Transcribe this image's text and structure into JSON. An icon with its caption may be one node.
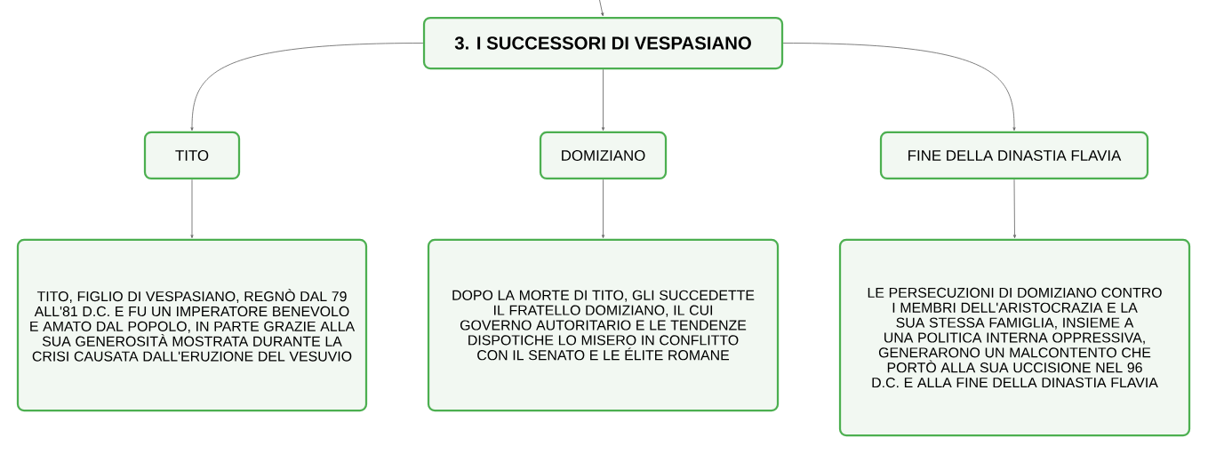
{
  "diagram": {
    "nodes": [
      {
        "text": [
          "3. I SUCCESSORI DI VESPASIANO"
        ]
      },
      {
        "text": [
          "TITO"
        ]
      },
      {
        "text": [
          "DOMIZIANO"
        ]
      },
      {
        "text": [
          "FINE DELLA DINASTIA FLAVIA"
        ]
      },
      {
        "text": [
          "TITO, FIGLIO DI VESPASIANO, REGNÒ DAL 79 ALL'81 D.C. E FU UN IMPERATORE BENEVOLO E AMATO DAL POPOLO, IN PARTE GRAZIE ALLA SUA GENEROSITÀ MOSTRATA DURANTE LA CRISI CAUSATA DALL'ERUZIONE DEL VESUVIO"
        ]
      },
      {
        "text": [
          "DOPO LA MORTE DI TITO, GLI SUCCEDETTE IL FRATELLO DOMIZIANO, IL CUI GOVERNO AUTORITARIO E LE TENDENZE DISPOTICHE LO MISERO IN CONFLITTO CON IL SENATO E LE ÉLITE ROMANE"
        ]
      },
      {
        "text": [
          "LE PERSECUZIONI DI DOMIZIANO CONTRO I MEMBRI DELL'ARISTOCRAZIA E LA SUA STESSA FAMIGLIA, INSIEME A UNA POLITICA INTERNA OPPRESSIVA, GENERARONO UN MALCONTENTO CHE PORTÒ ALLA SUA UCCISIONE NEL 96 D.C. E ALLA FINE DELLA DINASTIA FLAVIA"
        ]
      }
    ],
    "edges": [
      {
        "from": null,
        "to": 0,
        "arrow": "to"
      },
      {
        "from": 0,
        "to": 1,
        "arrow": "to"
      },
      {
        "from": 0,
        "to": 2,
        "arrow": "to"
      },
      {
        "from": 0,
        "to": 3,
        "arrow": "to"
      },
      {
        "from": 1,
        "to": 4,
        "arrow": "to"
      },
      {
        "from": 2,
        "to": 5,
        "arrow": "to"
      },
      {
        "from": 3,
        "to": 6,
        "arrow": "to"
      }
    ]
  }
}
